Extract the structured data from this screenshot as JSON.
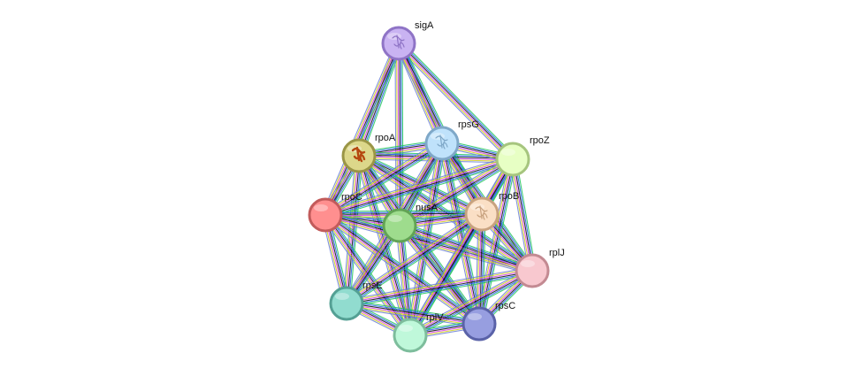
{
  "network": {
    "nodes": [
      {
        "id": "sigA",
        "label": "sigA",
        "fill": "#c9b3f2",
        "stroke": "#8f74c6",
        "structure": true
      },
      {
        "id": "rpsG",
        "label": "rpsG",
        "fill": "#bfe2fb",
        "stroke": "#7fa8c8",
        "structure": true
      },
      {
        "id": "rpoZ",
        "label": "rpoZ",
        "fill": "#e7ffc4",
        "stroke": "#a6c57e",
        "structure": false
      },
      {
        "id": "rpoA",
        "label": "rpoA",
        "fill": "#dcd78a",
        "stroke": "#9a9546",
        "structure": true
      },
      {
        "id": "rpoC",
        "label": "rpoC",
        "fill": "#ff8f8f",
        "stroke": "#c25b5b",
        "structure": false
      },
      {
        "id": "nusA",
        "label": "nusA",
        "fill": "#9edc8d",
        "stroke": "#62a355",
        "structure": false
      },
      {
        "id": "rpoB",
        "label": "rpoB",
        "fill": "#fadfc5",
        "stroke": "#c8a27f",
        "structure": true
      },
      {
        "id": "rplJ",
        "label": "rplJ",
        "fill": "#f8c8cf",
        "stroke": "#c38a92",
        "structure": false
      },
      {
        "id": "rpsE",
        "label": "rpsE",
        "fill": "#91dccf",
        "stroke": "#54a094",
        "structure": false
      },
      {
        "id": "rplV",
        "label": "rplV",
        "fill": "#bff8da",
        "stroke": "#7dbd9c",
        "structure": false
      },
      {
        "id": "rpsC",
        "label": "rpsC",
        "fill": "#979ee0",
        "stroke": "#5a62a8",
        "structure": false
      }
    ],
    "edges": [
      [
        "sigA",
        "rpoA"
      ],
      [
        "sigA",
        "rpoC"
      ],
      [
        "sigA",
        "nusA"
      ],
      [
        "sigA",
        "rpsG"
      ],
      [
        "sigA",
        "rpoZ"
      ],
      [
        "sigA",
        "rpoB"
      ],
      [
        "rpoA",
        "rpsG"
      ],
      [
        "rpoA",
        "rpoZ"
      ],
      [
        "rpoA",
        "rpoC"
      ],
      [
        "rpoA",
        "nusA"
      ],
      [
        "rpoA",
        "rpoB"
      ],
      [
        "rpoA",
        "rplJ"
      ],
      [
        "rpoA",
        "rpsE"
      ],
      [
        "rpoA",
        "rplV"
      ],
      [
        "rpoA",
        "rpsC"
      ],
      [
        "rpsG",
        "rpoZ"
      ],
      [
        "rpsG",
        "rpoC"
      ],
      [
        "rpsG",
        "nusA"
      ],
      [
        "rpsG",
        "rpoB"
      ],
      [
        "rpsG",
        "rplJ"
      ],
      [
        "rpsG",
        "rpsE"
      ],
      [
        "rpsG",
        "rplV"
      ],
      [
        "rpsG",
        "rpsC"
      ],
      [
        "rpoZ",
        "rpoC"
      ],
      [
        "rpoZ",
        "nusA"
      ],
      [
        "rpoZ",
        "rpoB"
      ],
      [
        "rpoZ",
        "rplJ"
      ],
      [
        "rpoZ",
        "rplV"
      ],
      [
        "rpoZ",
        "rpsC"
      ],
      [
        "rpoC",
        "nusA"
      ],
      [
        "rpoC",
        "rpoB"
      ],
      [
        "rpoC",
        "rplJ"
      ],
      [
        "rpoC",
        "rpsE"
      ],
      [
        "rpoC",
        "rplV"
      ],
      [
        "rpoC",
        "rpsC"
      ],
      [
        "nusA",
        "rpoB"
      ],
      [
        "nusA",
        "rplJ"
      ],
      [
        "nusA",
        "rpsE"
      ],
      [
        "nusA",
        "rplV"
      ],
      [
        "nusA",
        "rpsC"
      ],
      [
        "rpoB",
        "rplJ"
      ],
      [
        "rpoB",
        "rpsE"
      ],
      [
        "rpoB",
        "rplV"
      ],
      [
        "rpoB",
        "rpsC"
      ],
      [
        "rplJ",
        "rpsE"
      ],
      [
        "rplJ",
        "rplV"
      ],
      [
        "rplJ",
        "rpsC"
      ],
      [
        "rpsE",
        "rplV"
      ],
      [
        "rpsE",
        "rpsC"
      ],
      [
        "rplV",
        "rpsC"
      ]
    ],
    "edge_colors": [
      "#22c55e",
      "#2563eb",
      "#111111",
      "#d946ef",
      "#d4d41a",
      "#6b7fd7"
    ]
  }
}
